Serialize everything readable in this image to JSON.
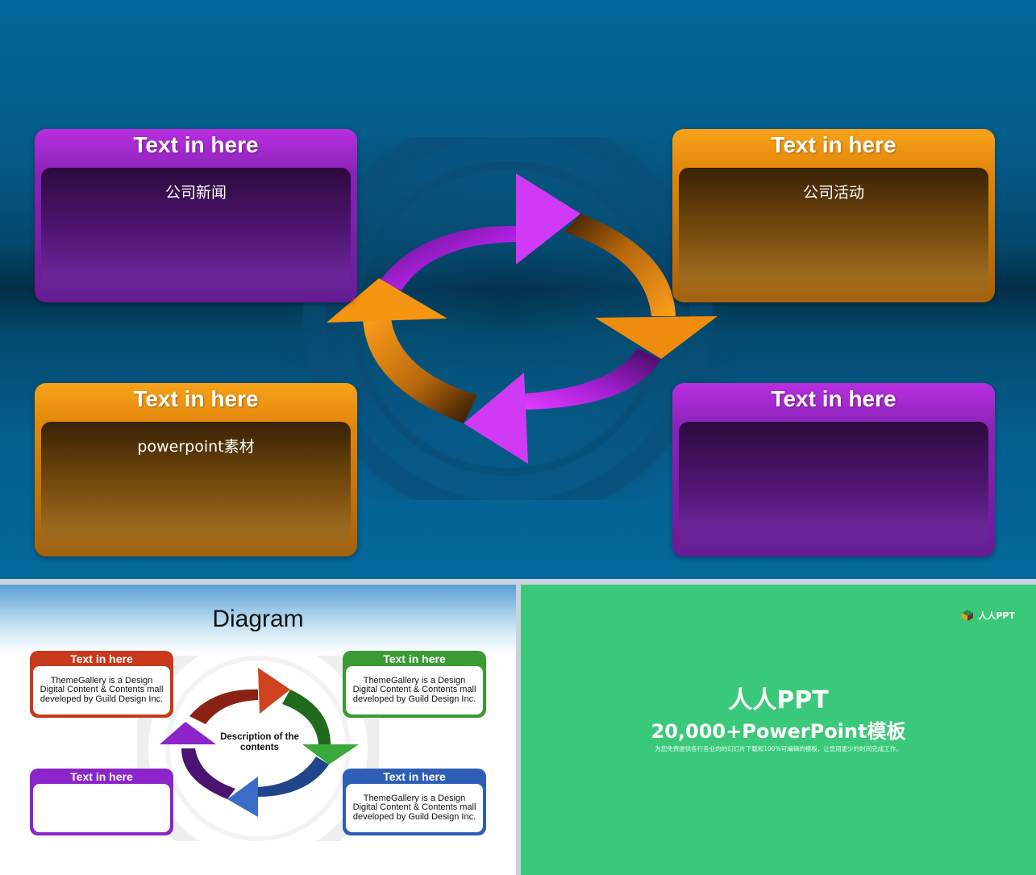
{
  "slide1": {
    "cards": [
      {
        "header": "Text in here",
        "body": "公司新闻",
        "color": "purple"
      },
      {
        "header": "Text in here",
        "body": "公司活动",
        "color": "orange"
      },
      {
        "header": "Text in here",
        "body": "powerpoint素材",
        "color": "orange"
      },
      {
        "header": "Text in here",
        "body": "",
        "color": "purple"
      }
    ],
    "colors": {
      "purple": "#9b27c9",
      "orange": "#f0900e",
      "background": "#04679a"
    }
  },
  "slide2": {
    "title": "Diagram",
    "center_text": "Description of the contents",
    "boxes": [
      {
        "header": "Text in here",
        "body": "ThemeGallery is a Design Digital Content & Contents mall developed by Guild Design Inc.",
        "color": "#c8391a"
      },
      {
        "header": "Text in here",
        "body": "ThemeGallery is a Design Digital Content & Contents mall developed by Guild Design Inc.",
        "color": "#3a9a34"
      },
      {
        "header": "Text in here",
        "body": "",
        "color": "#8b25c9"
      },
      {
        "header": "Text in here",
        "body": "ThemeGallery is a Design Digital Content & Contents mall developed by Guild Design Inc.",
        "color": "#2e5fb8"
      }
    ]
  },
  "slide3": {
    "brand": "人人PPT",
    "title": "人人PPT",
    "subtitle": "20,000+PowerPoint模板",
    "tagline": "为您免费提供各行各业的的幻灯片下载和100%可编辑的模板，让您用更少的时间完成工作。",
    "background": "#3ac97a"
  }
}
